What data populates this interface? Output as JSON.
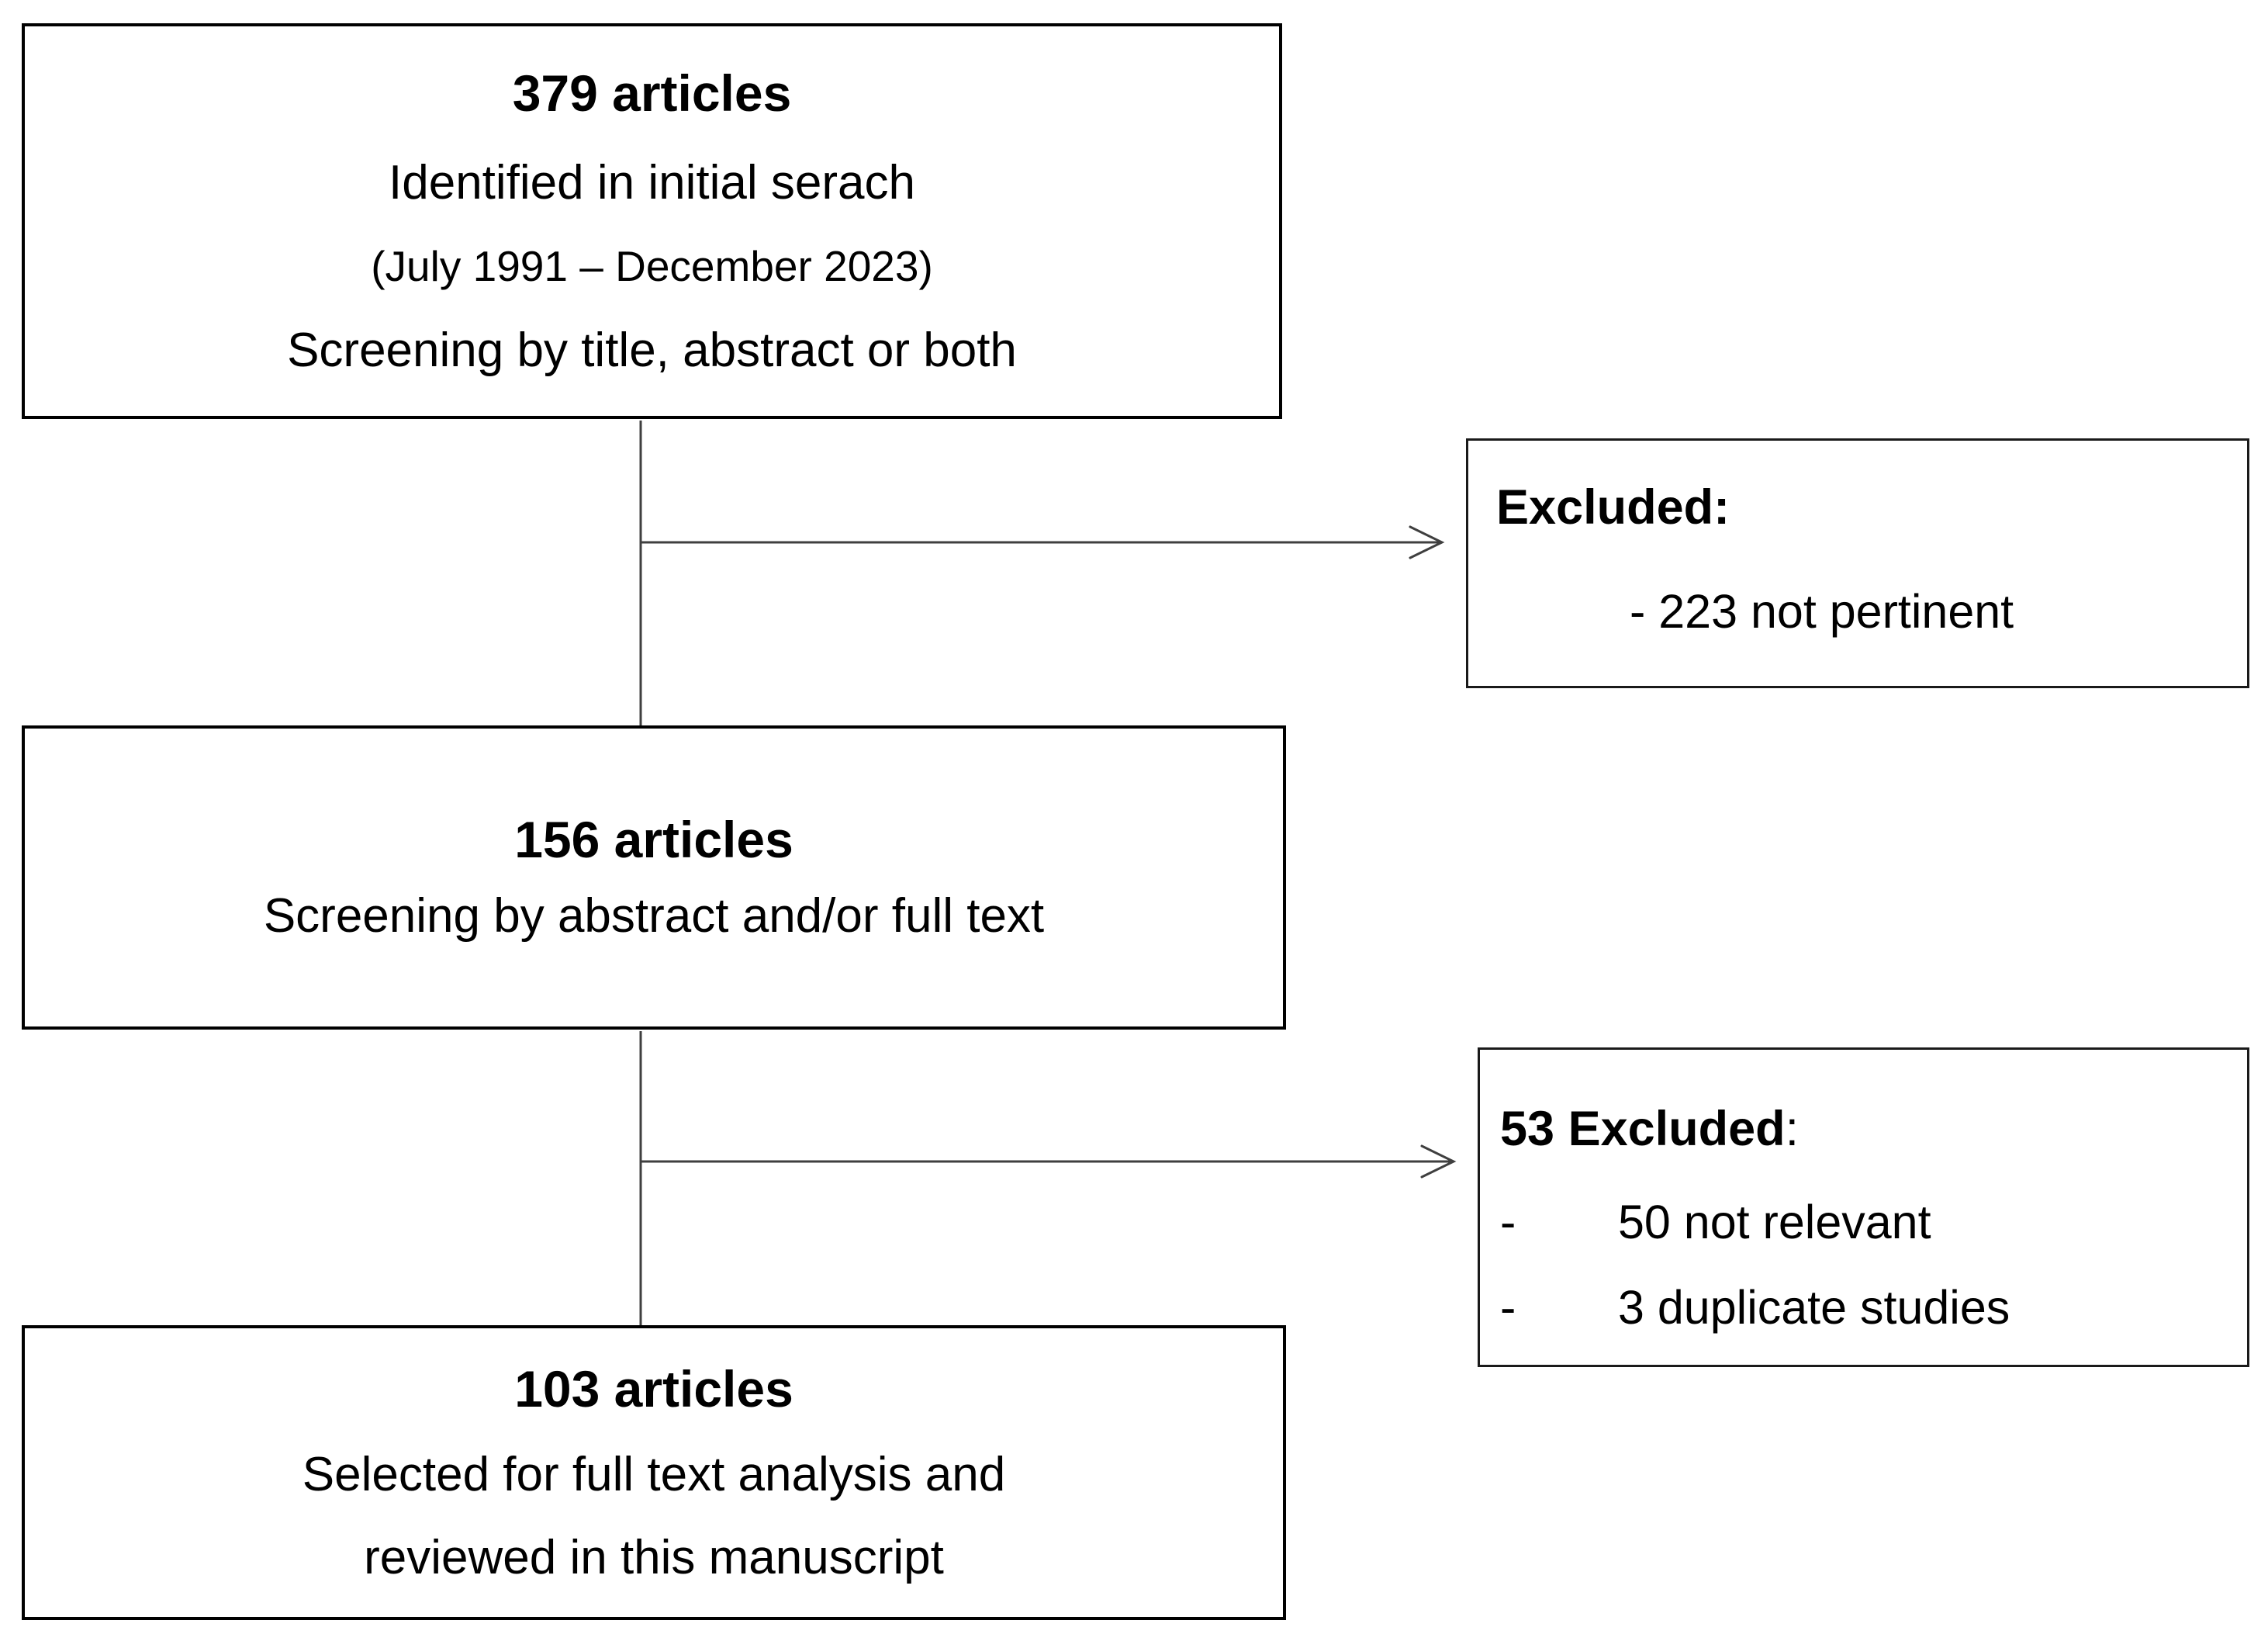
{
  "flowchart": {
    "top_box": {
      "count": "379 articles",
      "description": "Identified in initial serach",
      "date_range": "(July 1991 – December 2023)",
      "screening": "Screening by title, abstract or both"
    },
    "excluded_box_1": {
      "title": "Excluded:",
      "item": "- 223 not pertinent"
    },
    "middle_box": {
      "count": "156 articles",
      "description": "Screening by abstract and/or full text"
    },
    "excluded_box_2": {
      "title_bold": "53 Excluded",
      "title_colon": ":",
      "items": [
        {
          "marker": "-",
          "text": "50 not relevant"
        },
        {
          "marker": "-",
          "text": "3 duplicate studies"
        }
      ]
    },
    "bottom_box": {
      "count": "103 articles",
      "description_line1": "Selected for full text analysis and",
      "description_line2": "reviewed in this manuscript"
    },
    "colors": {
      "background": "#ffffff",
      "box_border": "#000000",
      "excluded_border": "#1a1a1a",
      "connector": "#3f3f3f",
      "text": "#000000"
    }
  }
}
